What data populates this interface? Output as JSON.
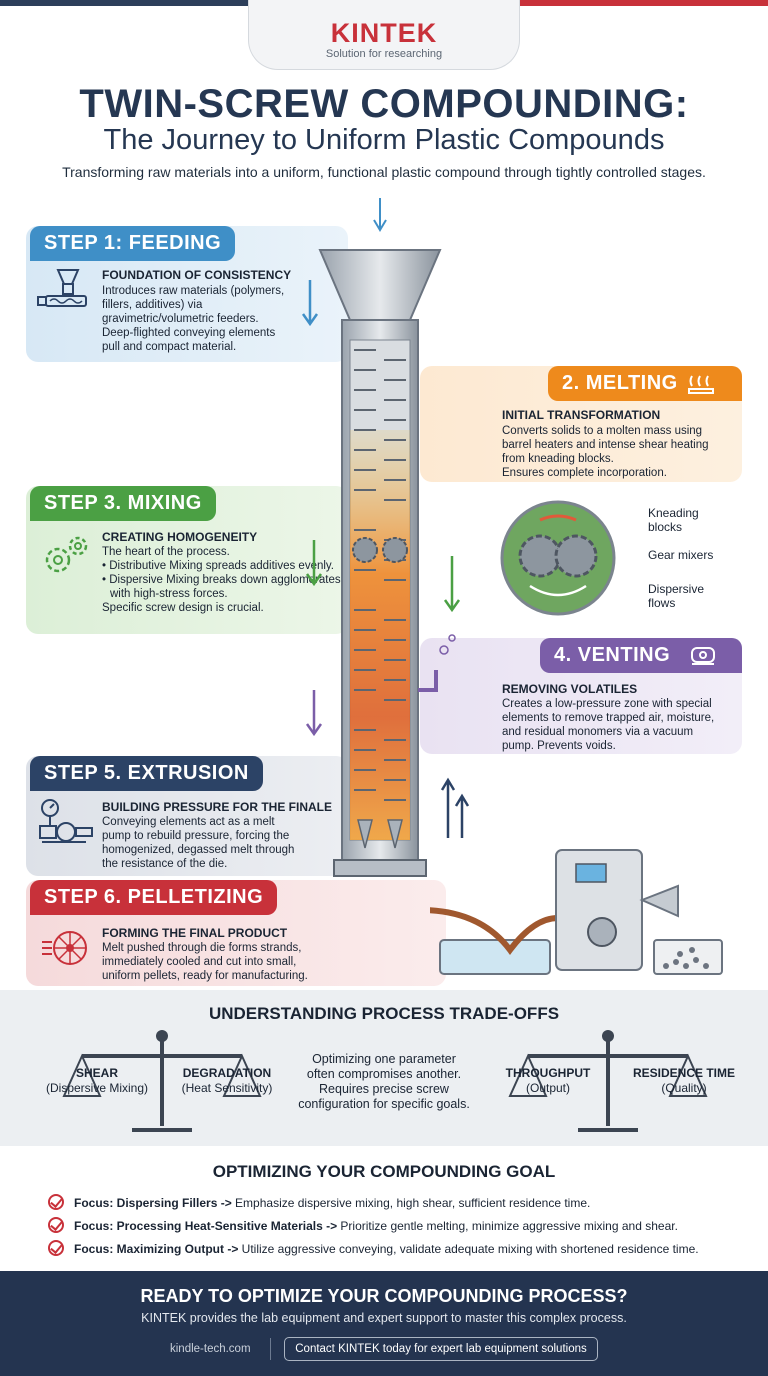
{
  "header": {
    "brand": "KINTEK",
    "tagline": "Solution for researching",
    "title": "TWIN-SCREW COMPOUNDING:",
    "subtitle": "The Journey to Uniform Plastic Compounds",
    "intro": "Transforming raw materials into a uniform, functional plastic compound through tightly controlled stages."
  },
  "steps": [
    {
      "title": "STEP 1: FEEDING",
      "subtitle": "FOUNDATION OF CONSISTENCY",
      "lines": [
        "Introduces raw materials (polymers,",
        "fillers, additives) via",
        "gravimetric/volumetric feeders.",
        "Deep-flighted conveying elements",
        "pull and compact material."
      ],
      "color": "#3f8fc7"
    },
    {
      "title": "2. MELTING",
      "subtitle": "INITIAL TRANSFORMATION",
      "lines": [
        "Converts solids to a molten mass using",
        "barrel heaters and intense shear heating",
        "from kneading blocks.",
        "Ensures complete incorporation."
      ],
      "color": "#ee8a1c"
    },
    {
      "title": "STEP 3. MIXING",
      "subtitle": "CREATING HOMOGENEITY",
      "lines": [
        "The heart of the process."
      ],
      "bullets": [
        "Distributive Mixing spreads additives evenly.",
        "Dispersive Mixing breaks down agglomerates with high-stress forces."
      ],
      "tail": "Specific screw design is crucial.",
      "color": "#4ba044"
    },
    {
      "title": "4. VENTING",
      "subtitle": "REMOVING VOLATILES",
      "lines": [
        "Creates a low-pressure zone with special",
        "elements to remove trapped air, moisture,",
        "and residual monomers via a vacuum",
        "pump. Prevents voids."
      ],
      "color": "#7b5ea8"
    },
    {
      "title": "STEP 5. EXTRUSION",
      "subtitle": "BUILDING PRESSURE FOR THE FINALE",
      "lines": [
        "Conveying elements act as a melt",
        "pump to rebuild pressure, forcing the",
        "homogenized, degassed melt through",
        "the resistance of the die."
      ],
      "color": "#2c4366"
    },
    {
      "title": "STEP 6. PELLETIZING",
      "subtitle": "FORMING THE FINAL PRODUCT",
      "lines": [
        "Melt pushed through die forms strands,",
        "immediately cooled and cut into small,",
        "uniform pellets, ready for manufacturing."
      ],
      "color": "#c8313a"
    }
  ],
  "mixing_callouts": [
    "Kneading blocks",
    "Gear mixers",
    "Dispersive flows"
  ],
  "tradeoffs": {
    "title": "UNDERSTANDING PROCESS TRADE-OFFS",
    "shear": "SHEAR",
    "shear_sub": "(Dispersive Mixing)",
    "degradation": "DEGRADATION",
    "degradation_sub": "(Heat Sensitivity)",
    "center": [
      "Optimizing one parameter",
      "often compromises another.",
      "Requires precise screw",
      "configuration for specific goals."
    ],
    "throughput": "THROUGHPUT",
    "throughput_sub": "(Output)",
    "residence": "RESIDENCE TIME",
    "residence_sub": "(Quality)"
  },
  "optimizing": {
    "title": "OPTIMIZING YOUR COMPOUNDING GOAL",
    "items": [
      {
        "focus": "Focus: Dispersing Fillers ->",
        "text": " Emphasize dispersive mixing, high shear, sufficient residence time."
      },
      {
        "focus": "Focus: Processing Heat-Sensitive Materials ->",
        "text": " Prioritize gentle melting, minimize aggressive mixing and shear."
      },
      {
        "focus": "Focus: Maximizing Output ->",
        "text": " Utilize aggressive conveying, validate adequate mixing with shortened residence time."
      }
    ]
  },
  "footer": {
    "title": "READY TO OPTIMIZE YOUR COMPOUNDING PROCESS?",
    "subtitle": "KINTEK provides the lab equipment and expert support to master this complex process.",
    "site": "kindle-tech.com",
    "cta": "Contact KINTEK today for expert lab equipment solutions"
  }
}
